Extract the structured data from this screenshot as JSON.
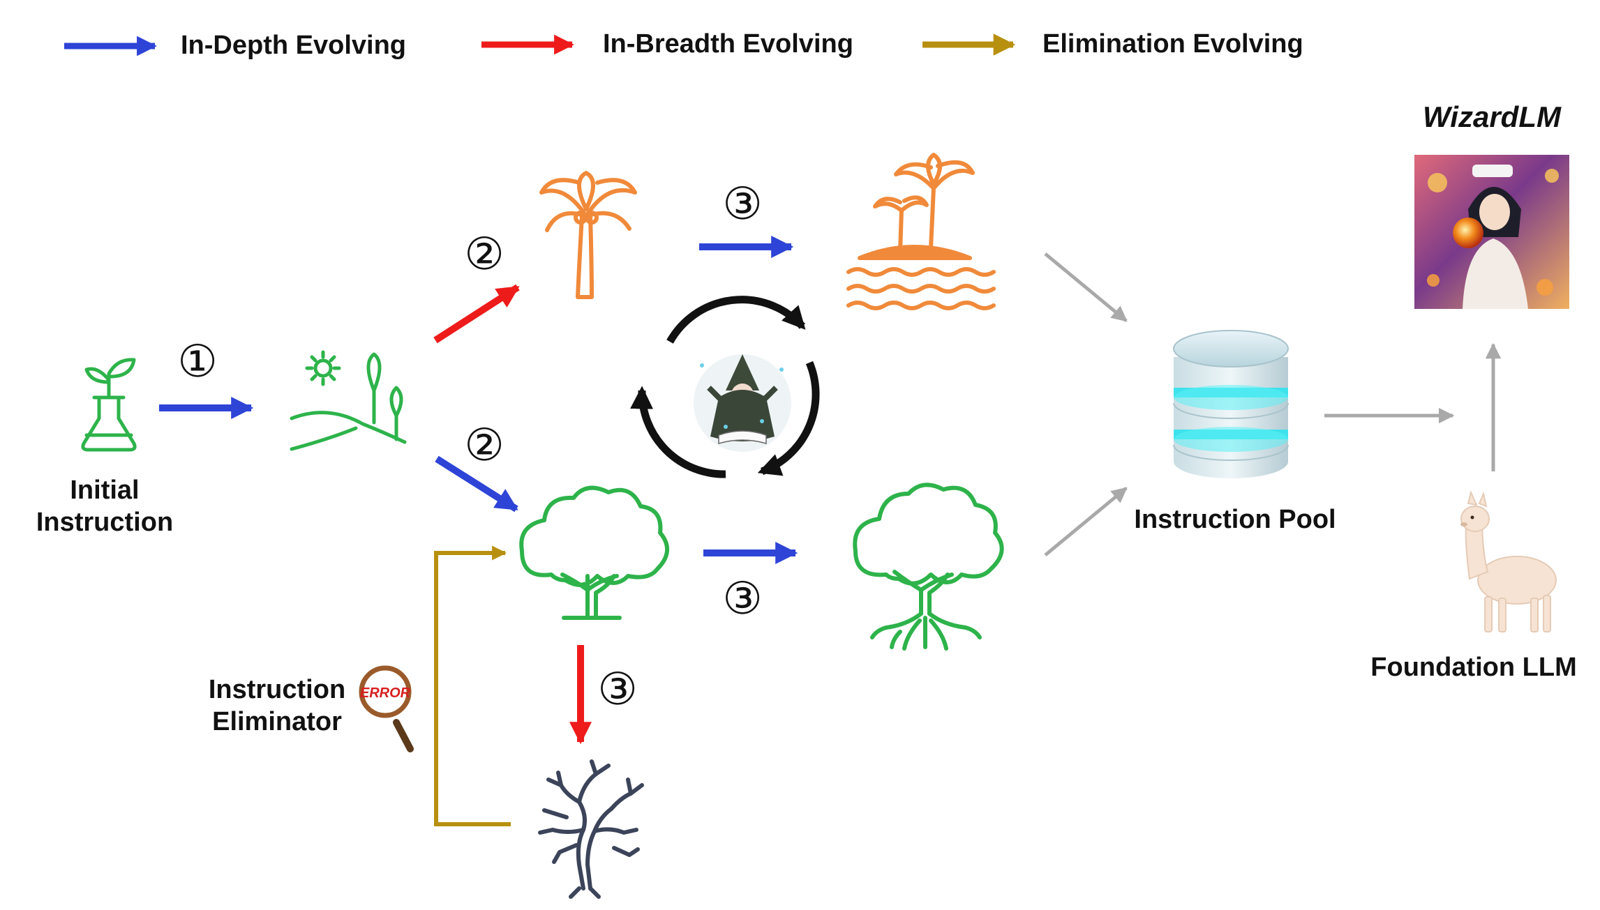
{
  "legend": {
    "in_depth": "In-Depth Evolving",
    "in_breadth": "In-Breadth Evolving",
    "elimination": "Elimination Evolving"
  },
  "labels": {
    "initial_line1": "Initial",
    "initial_line2": "Instruction",
    "eliminator_line1": "Instruction",
    "eliminator_line2": "Eliminator",
    "pool": "Instruction Pool",
    "foundation": "Foundation LLM",
    "wizardlm": "WizardLM",
    "error_stamp": "ERROR"
  },
  "steps": {
    "one": "①",
    "two": "②",
    "three": "③"
  },
  "colors": {
    "in_depth": "#2e44d6",
    "in_breadth": "#ee1b1b",
    "elimination": "#b8900f",
    "green_icon": "#2db34a",
    "orange_icon": "#f08a3a",
    "gray_arrow": "#a9a9a9",
    "dead_tree": "#3b4459",
    "cycle": "#111111"
  }
}
